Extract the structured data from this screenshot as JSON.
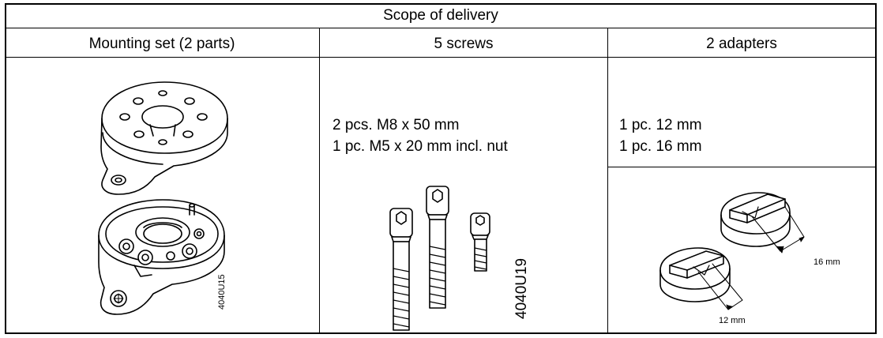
{
  "table": {
    "title": "Scope of delivery",
    "columns": [
      {
        "header": "Mounting set (2 parts)"
      },
      {
        "header": "5 screws"
      },
      {
        "header": "2 adapters"
      }
    ],
    "screws": {
      "line1": "2 pcs. M8 x 50 mm",
      "line2": "1 pc. M5 x 20 mm incl. nut"
    },
    "adapters": {
      "line1": "1 pc. 12 mm",
      "line2": "1 pc. 16 mm"
    }
  },
  "figures": {
    "mounting_code": "4040U15",
    "screws_code": "4040U19",
    "adapter_dim_large": "16 mm",
    "adapter_dim_small": "12 mm"
  }
}
